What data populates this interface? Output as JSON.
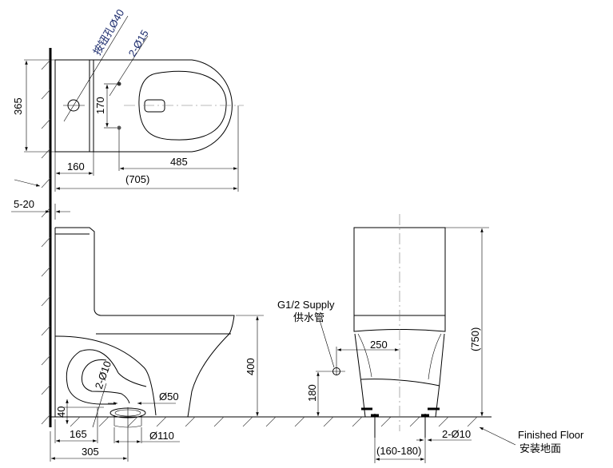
{
  "top_view": {
    "button_hole_label": "按钮孔Ø40",
    "bolt_holes_label": "2-Ø15",
    "depth_dim": "365",
    "hole_spacing_dim": "170",
    "tank_dim": "160",
    "bowl_dim": "485",
    "total_length_dim": "(705)",
    "wall_gap_dim": "5-20"
  },
  "side_view": {
    "seat_height_dim": "400",
    "fixing_holes_label": "2-Ø10",
    "outlet_height_dim": "40",
    "fixing_distance_dim": "165",
    "rough_in_dim": "305",
    "outlet_dia_dim": "Ø50",
    "drain_dia_dim": "Ø110"
  },
  "front_view": {
    "supply_label_en": "G1/2 Supply",
    "supply_label_cn": "供水管",
    "supply_offset_dim": "250",
    "supply_height_dim": "180",
    "total_height_dim": "(750)",
    "bolt_spacing_dim": "(160-180)",
    "bolt_dia_label": "2-Ø10",
    "floor_label_en": "Finished Floor",
    "floor_label_cn": "安装地面"
  }
}
